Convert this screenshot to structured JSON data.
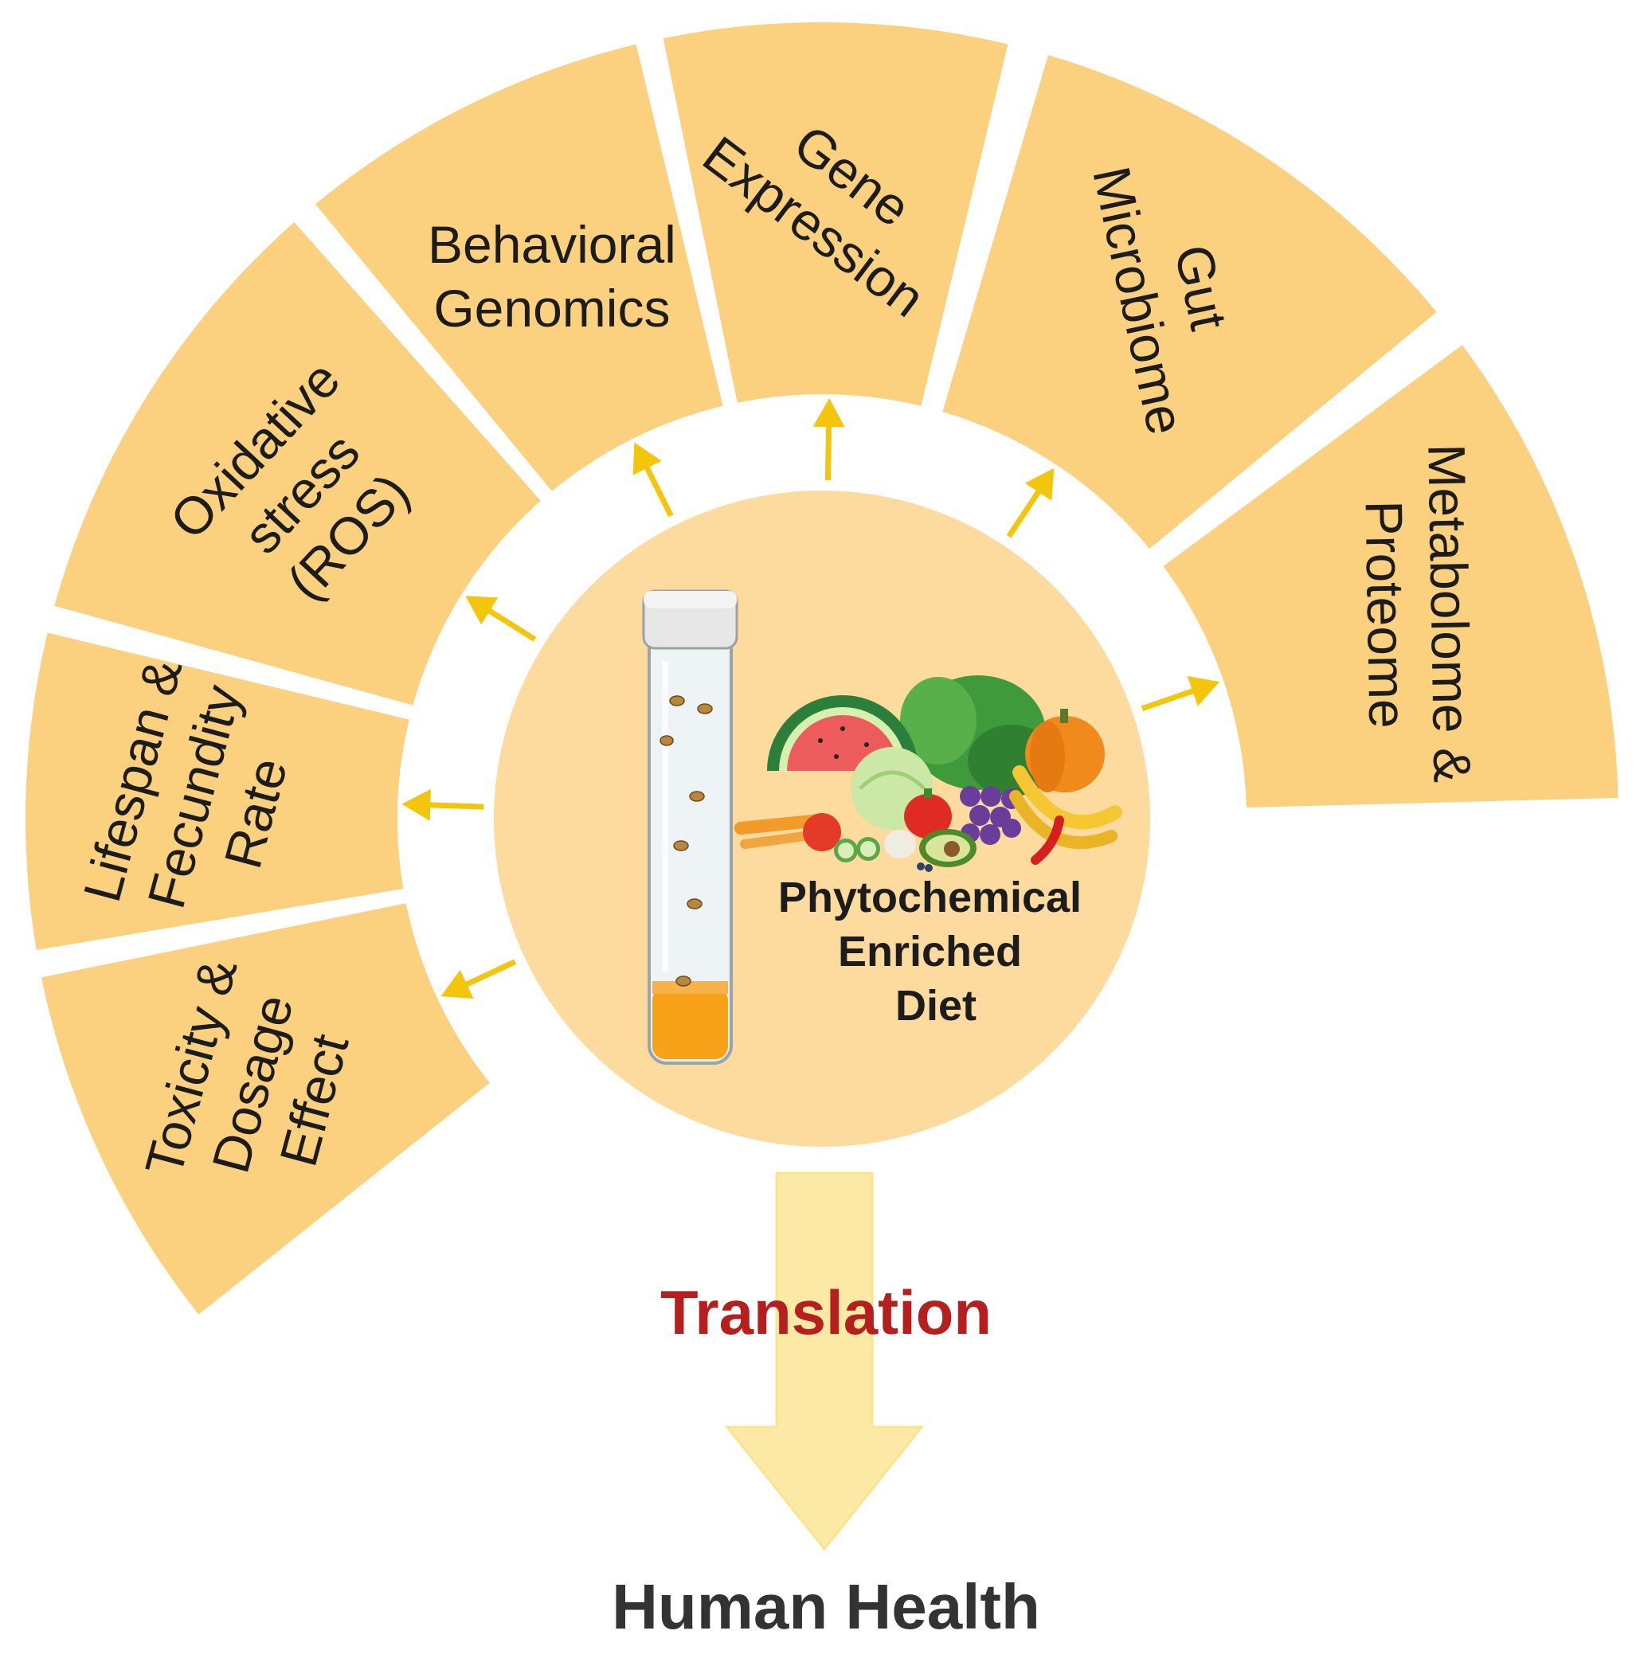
{
  "segments": [
    {
      "id": "toxicity",
      "lines": [
        "Toxicity &",
        "Dosage",
        "Effect"
      ]
    },
    {
      "id": "lifespan",
      "lines": [
        "Lifespan &",
        "Fecundity",
        "Rate"
      ]
    },
    {
      "id": "oxidative",
      "lines": [
        "Oxidative",
        "stress",
        "(ROS)"
      ]
    },
    {
      "id": "behavioral",
      "lines": [
        "Behavioral",
        "Genomics"
      ]
    },
    {
      "id": "gene",
      "lines": [
        "Gene",
        "Expression"
      ]
    },
    {
      "id": "gut",
      "lines": [
        "Gut",
        "Microbiome"
      ]
    },
    {
      "id": "metabolome",
      "lines": [
        "Metabolome &",
        "Proteome"
      ]
    }
  ],
  "center": {
    "lines": [
      "Phytochemical",
      "Enriched",
      "Diet"
    ]
  },
  "translation": "Translation",
  "outcome": "Human Health",
  "colors": {
    "segment": "#fbd07f",
    "center": "#fddb9e",
    "arrow": "#f3c60d",
    "big_arrow": "#fde9a6",
    "translation": "#b5201e",
    "text": "#1c1c1c"
  }
}
